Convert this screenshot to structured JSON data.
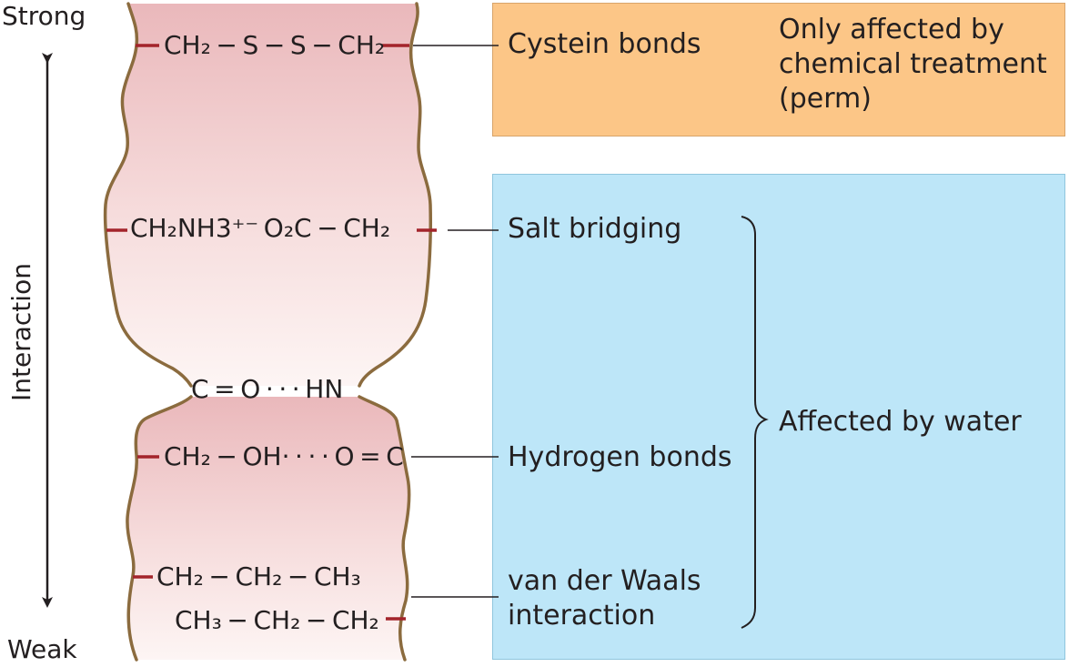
{
  "axis": {
    "top_label": "Strong",
    "bottom_label": "Weak",
    "side_label": "Interaction"
  },
  "formulas": {
    "cysteine": "CH₂ − S − S − CH₂",
    "salt": "CH₂NH3⁺⁻ O₂C − CH₂",
    "amide": "C = O · · · HN",
    "hydroxyl": "CH₂ − OH· · · · O = C",
    "vdw_upper": "CH₂ − CH₂ − CH₃",
    "vdw_lower": "CH₃ − CH₂ − CH₂"
  },
  "bond_labels": {
    "cysteine": "Cystein bonds",
    "salt": "Salt bridging",
    "hydrogen": "Hydrogen bonds",
    "vdw": "van der Waals\ninteraction"
  },
  "boxes": {
    "chemical": {
      "text": "Only affected by\nchemical treatment\n(perm)",
      "color": "#fcc687"
    },
    "water": {
      "text": "Affected by water",
      "color": "#bde6f8"
    }
  },
  "colors": {
    "hair_outline": "#8b6b3e",
    "hair_fill_top": "#eab8bb",
    "hair_fill_bottom": "#fdf3f2",
    "tick_red": "#a3242b"
  }
}
